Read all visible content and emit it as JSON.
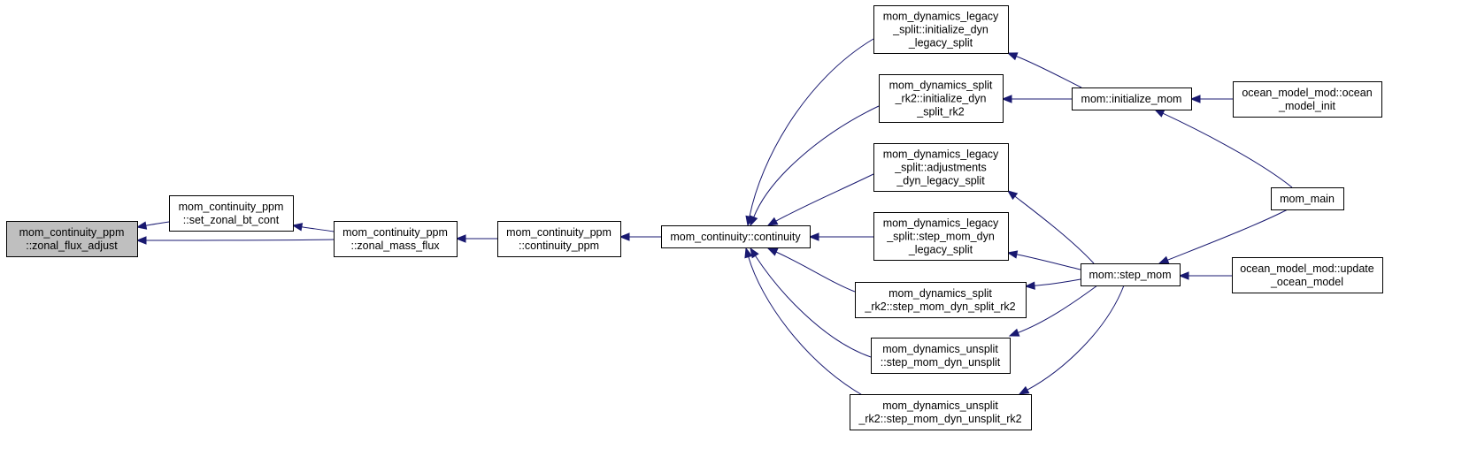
{
  "nodes": [
    {
      "id": "zfa",
      "lines": [
        "mom_continuity_ppm",
        "::zonal_flux_adjust"
      ],
      "current": true
    },
    {
      "id": "szbc",
      "lines": [
        "mom_continuity_ppm",
        "::set_zonal_bt_cont"
      ]
    },
    {
      "id": "zmf",
      "lines": [
        "mom_continuity_ppm",
        "::zonal_mass_flux"
      ]
    },
    {
      "id": "cppm",
      "lines": [
        "mom_continuity_ppm",
        "::continuity_ppm"
      ]
    },
    {
      "id": "cont",
      "lines": [
        "mom_continuity::continuity"
      ]
    },
    {
      "id": "dls_init",
      "lines": [
        "mom_dynamics_legacy",
        "_split::initialize_dyn",
        "_legacy_split"
      ]
    },
    {
      "id": "dsr_init",
      "lines": [
        "mom_dynamics_split",
        "_rk2::initialize_dyn",
        "_split_rk2"
      ]
    },
    {
      "id": "dls_adj",
      "lines": [
        "mom_dynamics_legacy",
        "_split::adjustments",
        "_dyn_legacy_split"
      ]
    },
    {
      "id": "dls_step",
      "lines": [
        "mom_dynamics_legacy",
        "_split::step_mom_dyn",
        "_legacy_split"
      ]
    },
    {
      "id": "dsr_step",
      "lines": [
        "mom_dynamics_split",
        "_rk2::step_mom_dyn_split_rk2"
      ]
    },
    {
      "id": "du_step",
      "lines": [
        "mom_dynamics_unsplit",
        "::step_mom_dyn_unsplit"
      ]
    },
    {
      "id": "dur_step",
      "lines": [
        "mom_dynamics_unsplit",
        "_rk2::step_mom_dyn_unsplit_rk2"
      ]
    },
    {
      "id": "init_mom",
      "lines": [
        "mom::initialize_mom"
      ]
    },
    {
      "id": "step_mom",
      "lines": [
        "mom::step_mom"
      ]
    },
    {
      "id": "omm_init",
      "lines": [
        "ocean_model_mod::ocean",
        "_model_init"
      ]
    },
    {
      "id": "mom_main",
      "lines": [
        "mom_main"
      ]
    },
    {
      "id": "omm_update",
      "lines": [
        "ocean_model_mod::update",
        "_ocean_model"
      ]
    }
  ],
  "edges": [
    {
      "from": "szbc",
      "to": "zfa"
    },
    {
      "from": "zmf",
      "to": "zfa"
    },
    {
      "from": "zmf",
      "to": "szbc"
    },
    {
      "from": "cppm",
      "to": "zmf"
    },
    {
      "from": "cont",
      "to": "cppm"
    },
    {
      "from": "dls_init",
      "to": "cont"
    },
    {
      "from": "dsr_init",
      "to": "cont"
    },
    {
      "from": "dls_adj",
      "to": "cont"
    },
    {
      "from": "dls_step",
      "to": "cont"
    },
    {
      "from": "dsr_step",
      "to": "cont"
    },
    {
      "from": "du_step",
      "to": "cont"
    },
    {
      "from": "dur_step",
      "to": "cont"
    },
    {
      "from": "init_mom",
      "to": "dls_init"
    },
    {
      "from": "init_mom",
      "to": "dsr_init"
    },
    {
      "from": "step_mom",
      "to": "dls_adj"
    },
    {
      "from": "step_mom",
      "to": "dls_step"
    },
    {
      "from": "step_mom",
      "to": "dsr_step"
    },
    {
      "from": "step_mom",
      "to": "du_step"
    },
    {
      "from": "step_mom",
      "to": "dur_step"
    },
    {
      "from": "omm_init",
      "to": "init_mom"
    },
    {
      "from": "mom_main",
      "to": "init_mom"
    },
    {
      "from": "mom_main",
      "to": "step_mom"
    },
    {
      "from": "omm_update",
      "to": "step_mom"
    }
  ],
  "colors": {
    "edge": "#191970",
    "current_node_fill": "#bfbfbf",
    "node_fill": "#ffffff",
    "node_border": "#000000"
  }
}
